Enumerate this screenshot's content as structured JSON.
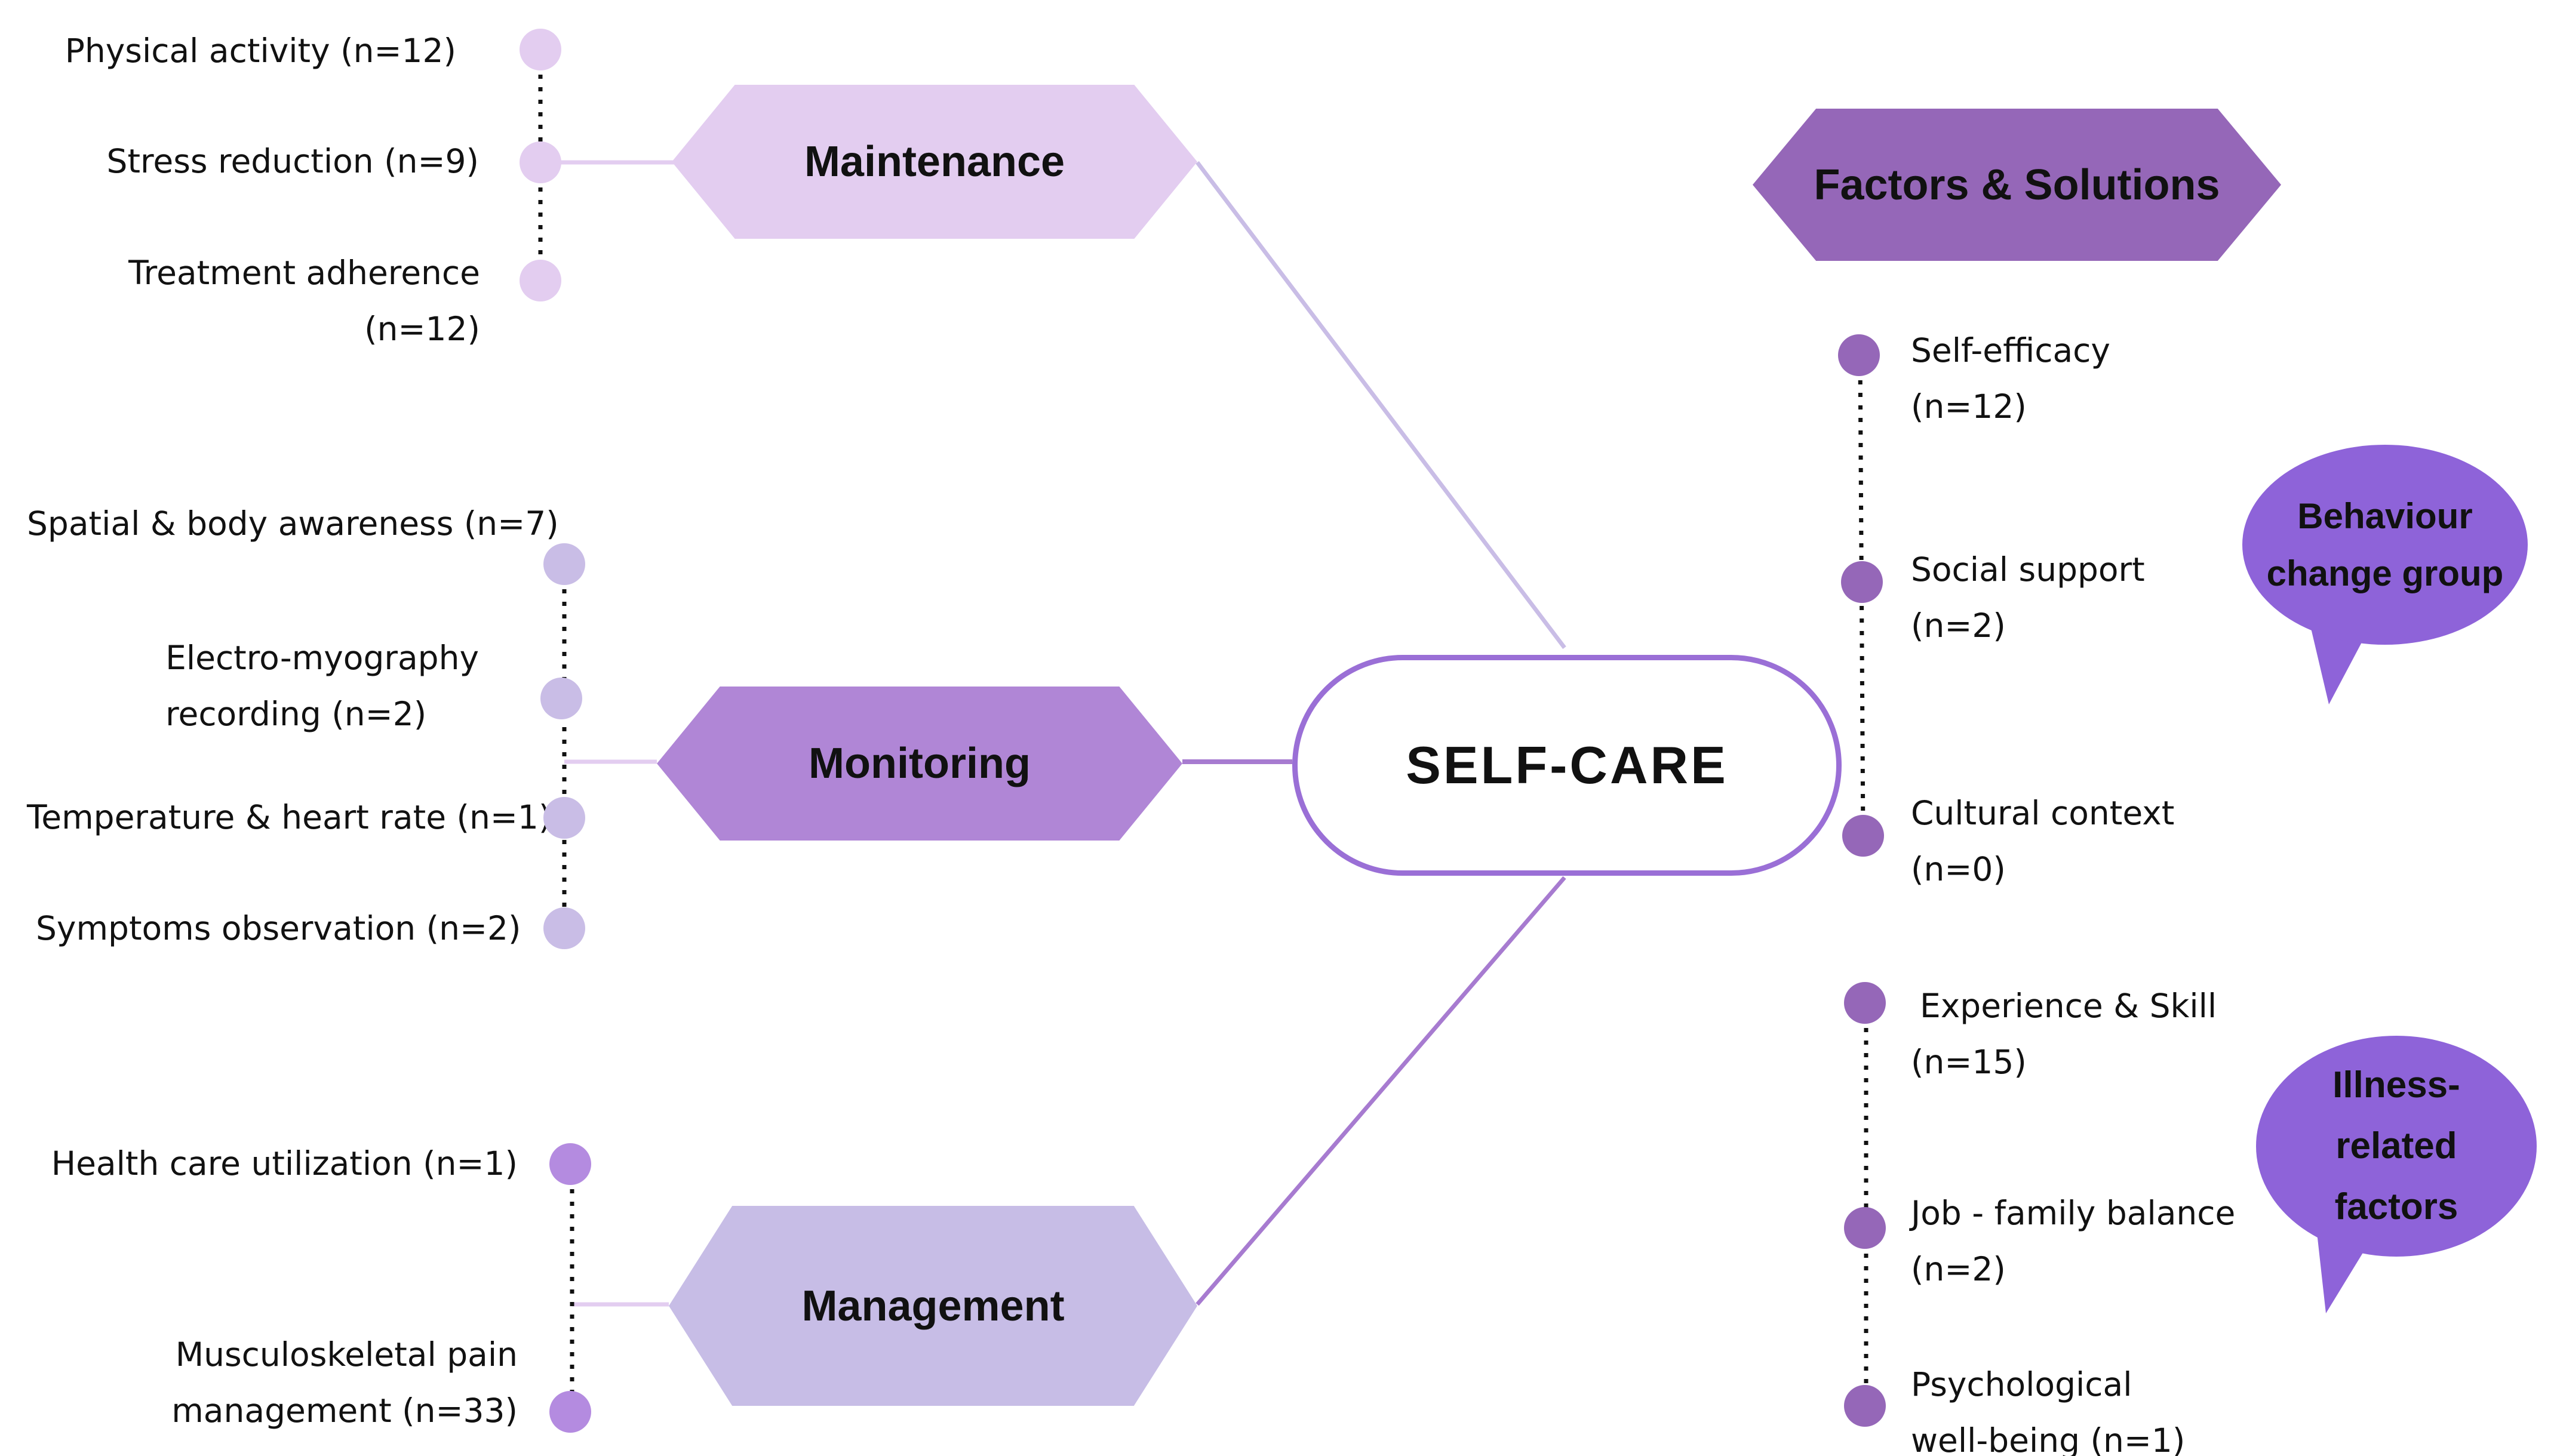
{
  "center": {
    "label": "SELF-CARE"
  },
  "categories": {
    "maintenance": {
      "label": "Maintenance",
      "color": "#e3cdf0"
    },
    "monitoring": {
      "label": "Monitoring",
      "color": "#b086d6"
    },
    "management": {
      "label": "Management",
      "color": "#c7bde6"
    },
    "factors": {
      "label": "Factors & Solutions",
      "color": "#9567b8"
    }
  },
  "maintenance_items": [
    {
      "text": "Physical activity (n=12)"
    },
    {
      "text": "Stress reduction (n=9)"
    },
    {
      "text": "Treatment adherence",
      "text2": "(n=12)"
    }
  ],
  "monitoring_items": [
    {
      "text": "Spatial &  body awareness (n=7)"
    },
    {
      "text": "Electro-myography",
      "text2": "recording (n=2)"
    },
    {
      "text": "Temperature & heart rate  (n=1)"
    },
    {
      "text": "Symptoms observation (n=2)"
    }
  ],
  "management_items": [
    {
      "text": "Health care utilization (n=1)"
    },
    {
      "text": "Musculoskeletal pain",
      "text2": "management (n=33)"
    }
  ],
  "factor_items": [
    {
      "text": "Self-efficacy",
      "text2": "(n=12)"
    },
    {
      "text": "Social support",
      "text2": "(n=2)"
    },
    {
      "text": "Cultural context",
      "text2": "(n=0)"
    },
    {
      "text": "Experience & Skill",
      "text2": "(n=15)"
    },
    {
      "text": "Job - family balance",
      "text2": "(n=2)"
    },
    {
      "text": "Psychological",
      "text2": "well-being  (n=1)"
    }
  ],
  "bubbles": {
    "behaviour": {
      "line1": "Behaviour",
      "line2": "change group",
      "color": "#8e63d9"
    },
    "illness": {
      "line1": "Illness-",
      "line2": "related",
      "line3": "factors",
      "color": "#8e63d9"
    }
  },
  "colors": {
    "maintenance_dot": "#e3cdf0",
    "monitoring_dot": "#c9bde6",
    "management_dot": "#b48be0",
    "factors_dot": "#9567b8"
  }
}
